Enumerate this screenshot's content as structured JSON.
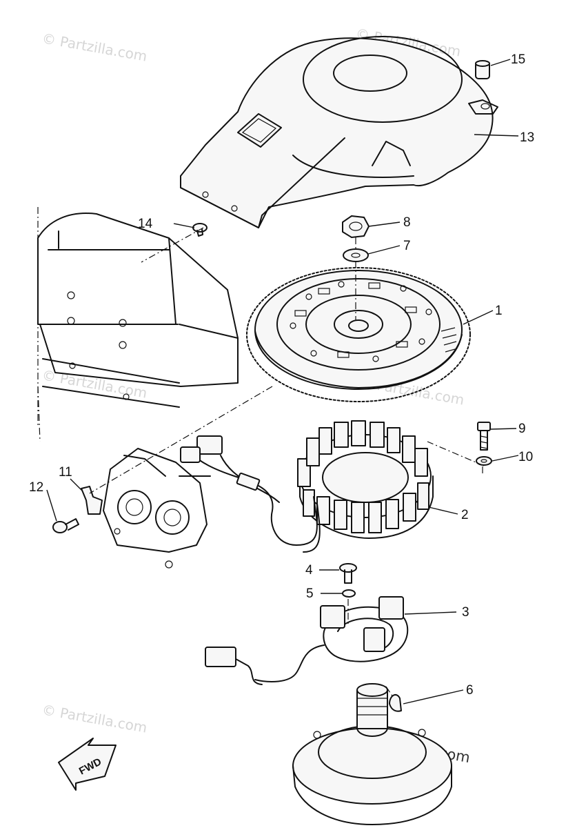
{
  "watermark": {
    "text": "© Partzilla.com",
    "text_short": "© Partzilla",
    "text_fragment": "Partzilla.com"
  },
  "direction_badge": {
    "label": "FWD"
  },
  "callouts": [
    {
      "id": "1",
      "label": "1"
    },
    {
      "id": "2",
      "label": "2"
    },
    {
      "id": "3",
      "label": "3"
    },
    {
      "id": "4",
      "label": "4"
    },
    {
      "id": "5",
      "label": "5"
    },
    {
      "id": "6",
      "label": "6"
    },
    {
      "id": "7",
      "label": "7"
    },
    {
      "id": "8",
      "label": "8"
    },
    {
      "id": "9",
      "label": "9"
    },
    {
      "id": "10",
      "label": "10"
    },
    {
      "id": "11",
      "label": "11"
    },
    {
      "id": "12",
      "label": "12"
    },
    {
      "id": "13",
      "label": "13"
    },
    {
      "id": "14",
      "label": "14"
    },
    {
      "id": "15",
      "label": "15"
    }
  ]
}
